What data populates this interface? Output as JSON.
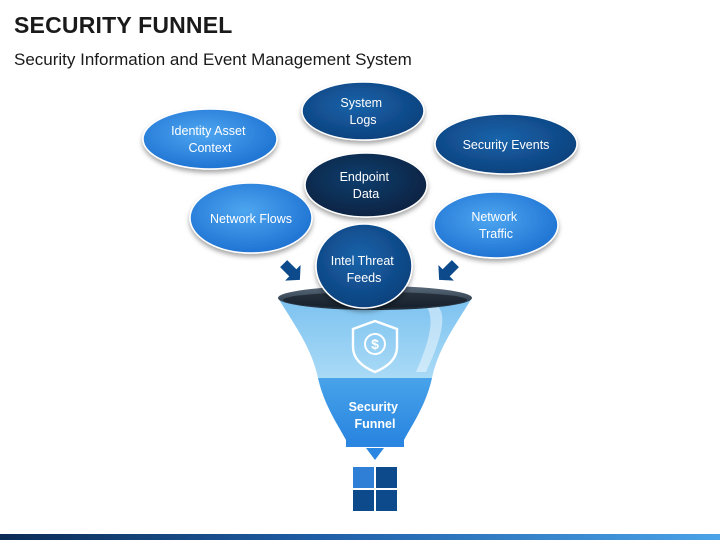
{
  "header": {
    "title": "SECURITY FUNNEL",
    "subtitle": "Security Information and Event Management System"
  },
  "bubbles": [
    {
      "id": "system-logs",
      "lines": [
        "System",
        "Logs"
      ]
    },
    {
      "id": "identity-asset-context",
      "lines": [
        "Identity Asset",
        "Context"
      ]
    },
    {
      "id": "security-events",
      "lines": [
        "Security Events"
      ]
    },
    {
      "id": "endpoint-data",
      "lines": [
        "Endpoint",
        "Data"
      ]
    },
    {
      "id": "network-flows",
      "lines": [
        "Network Flows"
      ]
    },
    {
      "id": "network-traffic",
      "lines": [
        "Network",
        "Traffic"
      ]
    },
    {
      "id": "intel-threat-feeds",
      "lines": [
        "Intel Threat",
        "Feeds"
      ]
    }
  ],
  "funnel": {
    "lines": [
      "Security",
      "Funnel"
    ],
    "icon": "shield-dollar-icon"
  },
  "output_icon": "grid-squares-icon",
  "colors": {
    "light_blue": "#2f8be6",
    "dark_blue": "#0d4a8c",
    "navy": "#0a2d55",
    "funnel_top": "#9fd3f3",
    "funnel_bottom": "#2f8be6"
  }
}
